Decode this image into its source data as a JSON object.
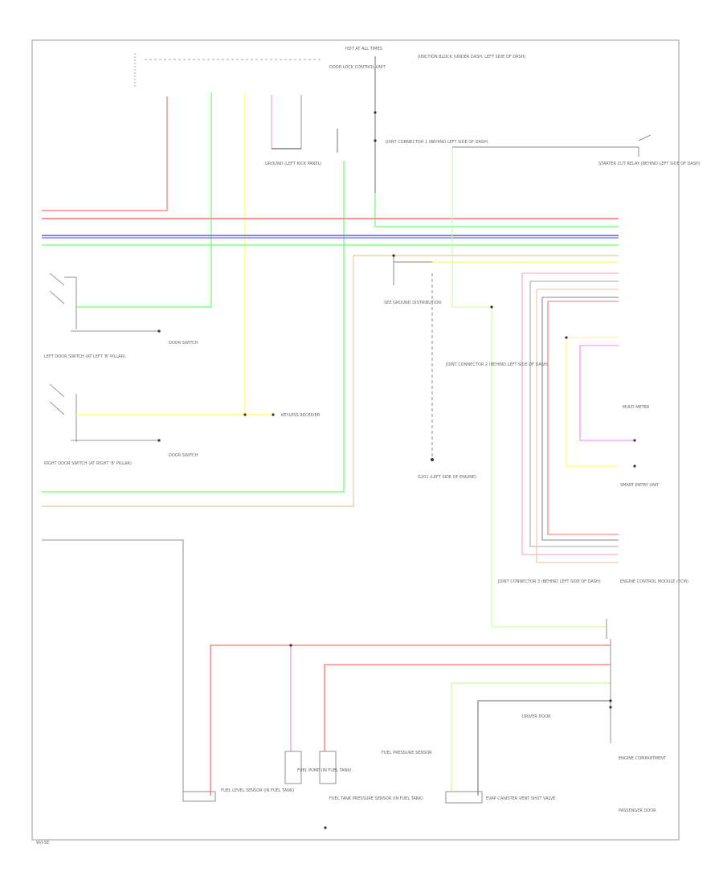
{
  "diagram": {
    "labels": {
      "hot_at_all_times": "HOT AT ALL TIMES",
      "junction_block": "JUNCTION BLOCK (UNDER DASH, LEFT SIDE OF DASH)",
      "door_lock_control_unit": "DOOR LOCK CONTROL UNIT",
      "left_door_switch": "LEFT DOOR SWITCH (AT LEFT 'B' PILLAR)",
      "right_door_switch": "RIGHT DOOR SWITCH (AT RIGHT 'B' PILLAR)",
      "door_switch": "DOOR SWITCH",
      "ground_a": "GROUND (LEFT KICK PANEL)",
      "ground_b": "G101 (LEFT SIDE OF ENGINE)",
      "joint_connector_1": "JOINT CONNECTOR 1 (BEHIND LEFT SIDE OF DASH)",
      "joint_connector_2": "JOINT CONNECTOR 2 (BEHIND LEFT SIDE OF DASH)",
      "joint_connector_3": "JOINT CONNECTOR 3 (BEHIND LEFT SIDE OF DASH)",
      "fuel_level_sensor": "FUEL LEVEL SENSOR (IN FUEL TANK)",
      "fuel_tank_pressure_sensor": "FUEL TANK PRESSURE SENSOR (IN FUEL TANK)",
      "fuel_pressure_sensor": "FUEL PRESSURE SENSOR",
      "fuel_pump": "FUEL PUMP (IN FUEL TANK)",
      "evap_canister_vent": "EVAP CANISTER VENT SHUT VALVE",
      "engine_control_module": "ENGINE CONTROL MODULE (ECM)",
      "multi_meter": "MULTI METER",
      "smart_entry_unit": "SMART ENTRY UNIT",
      "see_ground_distribution": "SEE GROUND DISTRIBUTION",
      "starter_cut_relay": "STARTER CUT RELAY (BEHIND LEFT SIDE OF DASH)",
      "engine_compartment": "ENGINE COMPARTMENT",
      "passenger_door": "PASSENGER DOOR",
      "driver_door": "DRIVER DOOR",
      "keyless_receiver": "KEYLESS RECEIVER",
      "page_footer": "W/I-SE"
    },
    "wire_colors": {
      "red": "#ff7070",
      "pink": "#ff9fb8",
      "green": "#6cff6c",
      "yellow": "#ffff66",
      "blue": "#7070ff",
      "lime": "#c8ff9a",
      "gray": "#a8a8a8",
      "violet": "#ff80ff",
      "tan": "#e6c89a",
      "black": "#888888",
      "lt_yellow": "#ffffa0"
    }
  }
}
